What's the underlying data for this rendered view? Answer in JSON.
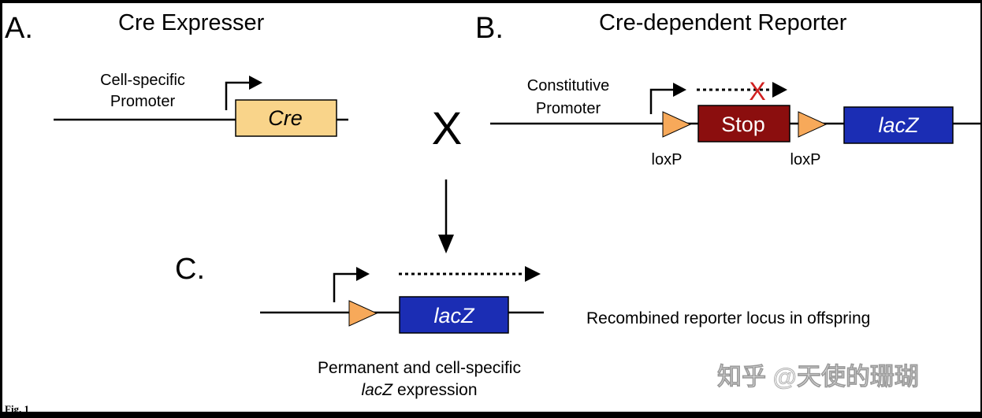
{
  "colors": {
    "cre_box": "#F9D48A",
    "stop_box": "#8B0E0E",
    "lacz_box": "#1B2DB4",
    "loxp": "#F7A95A",
    "blocked_x": "#D02020",
    "watermark": "#E6E6E6"
  },
  "panel_a": {
    "letter": "A.",
    "title": "Cre Expresser",
    "promoter_line1": "Cell-specific",
    "promoter_line2": "Promoter",
    "gene_label": "Cre"
  },
  "cross": {
    "symbol": "X"
  },
  "panel_b": {
    "letter": "B.",
    "title": "Cre-dependent Reporter",
    "promoter_line1": "Constitutive",
    "promoter_line2": "Promoter",
    "stop_label": "Stop",
    "gene_label": "lacZ",
    "loxp_left": "loxP",
    "loxp_right": "loxP",
    "blocked_mark": "X"
  },
  "panel_c": {
    "letter": "C.",
    "gene_label": "lacZ",
    "description": "Recombined reporter locus in offspring",
    "caption_line1": "Permanent and cell-specific",
    "caption_italic": "lacZ",
    "caption_line2_rest": " expression"
  },
  "footer": {
    "fig_label": "Fig. 1"
  },
  "watermark": {
    "text": "知乎 @天使的珊瑚"
  }
}
